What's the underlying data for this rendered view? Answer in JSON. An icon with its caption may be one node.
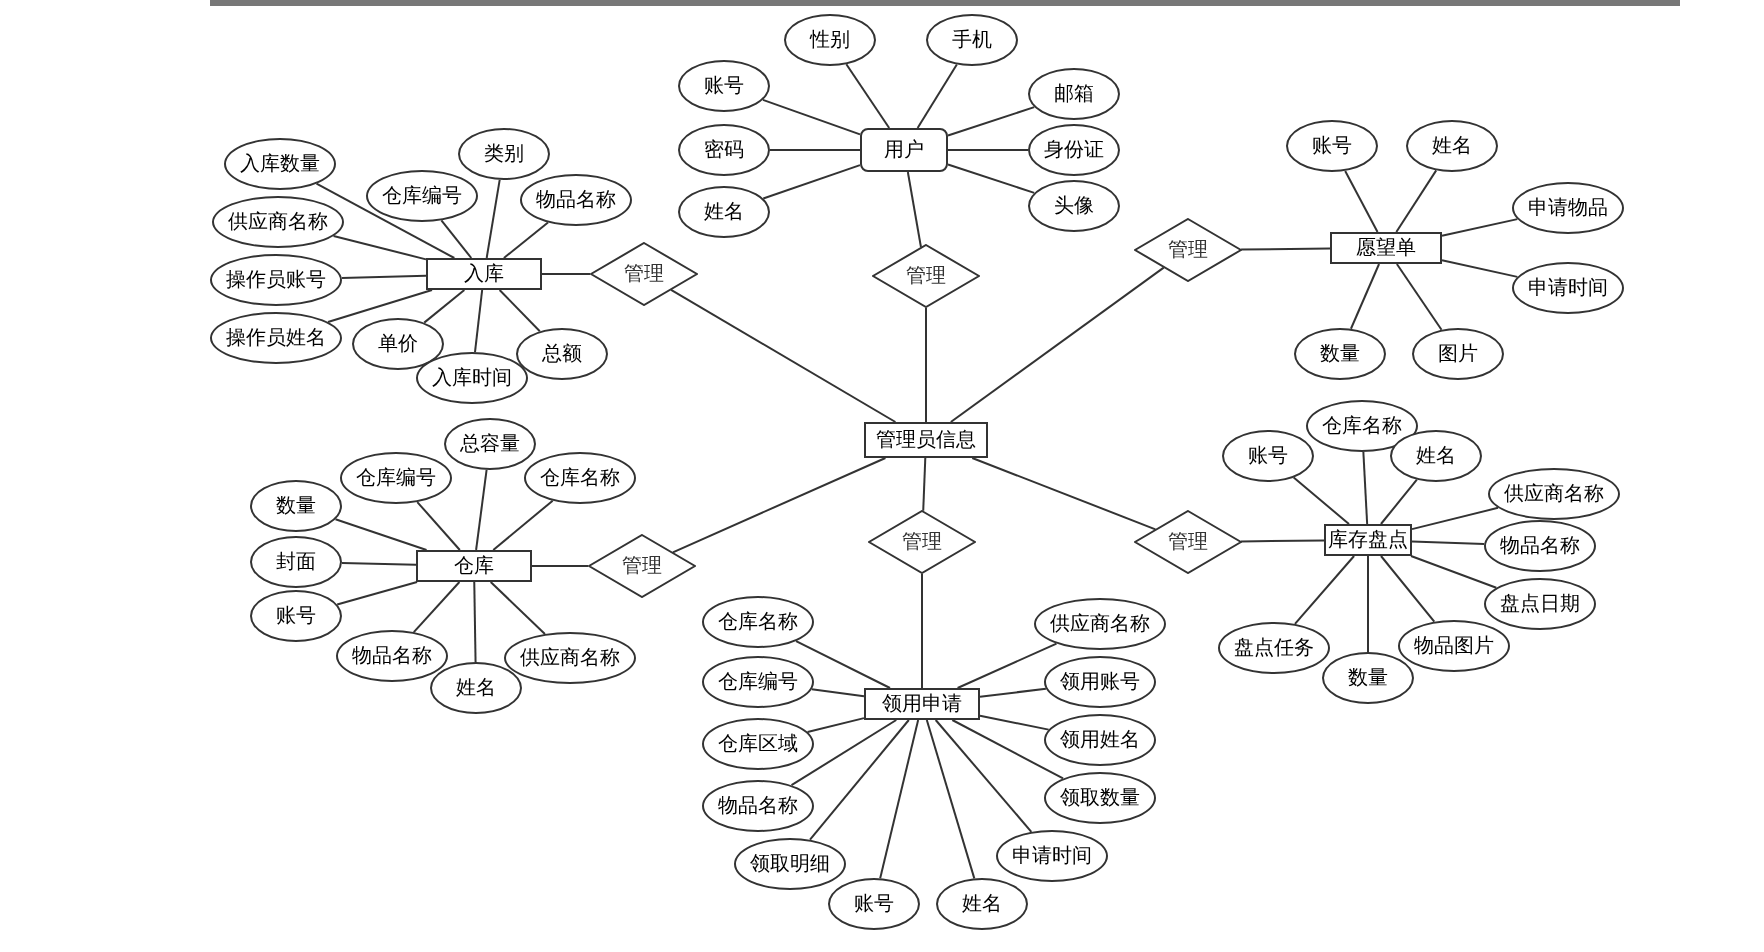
{
  "diagram": {
    "nodes": [
      {
        "text": [
          "管理员信息"
        ]
      },
      {
        "text": [
          "用户"
        ]
      },
      {
        "text": [
          "管理"
        ]
      },
      {
        "text": [
          "性别"
        ]
      },
      {
        "text": [
          "手机"
        ]
      },
      {
        "text": [
          "账号"
        ]
      },
      {
        "text": [
          "邮箱"
        ]
      },
      {
        "text": [
          "密码"
        ]
      },
      {
        "text": [
          "身份证"
        ]
      },
      {
        "text": [
          "姓名"
        ]
      },
      {
        "text": [
          "头像"
        ]
      },
      {
        "text": [
          "入库"
        ]
      },
      {
        "text": [
          "管理"
        ]
      },
      {
        "text": [
          "入库数量"
        ]
      },
      {
        "text": [
          "仓库编号"
        ]
      },
      {
        "text": [
          "类别"
        ]
      },
      {
        "text": [
          "物品名称"
        ]
      },
      {
        "text": [
          "供应商名称"
        ]
      },
      {
        "text": [
          "操作员账号"
        ]
      },
      {
        "text": [
          "操作员姓名"
        ]
      },
      {
        "text": [
          "单价"
        ]
      },
      {
        "text": [
          "入库时间"
        ]
      },
      {
        "text": [
          "总额"
        ]
      },
      {
        "text": [
          "愿望单"
        ]
      },
      {
        "text": [
          "管理"
        ]
      },
      {
        "text": [
          "账号"
        ]
      },
      {
        "text": [
          "姓名"
        ]
      },
      {
        "text": [
          "申请物品"
        ]
      },
      {
        "text": [
          "申请时间"
        ]
      },
      {
        "text": [
          "数量"
        ]
      },
      {
        "text": [
          "图片"
        ]
      },
      {
        "text": [
          "仓库"
        ]
      },
      {
        "text": [
          "管理"
        ]
      },
      {
        "text": [
          "总容量"
        ]
      },
      {
        "text": [
          "仓库编号"
        ]
      },
      {
        "text": [
          "仓库名称"
        ]
      },
      {
        "text": [
          "数量"
        ]
      },
      {
        "text": [
          "封面"
        ]
      },
      {
        "text": [
          "账号"
        ]
      },
      {
        "text": [
          "物品名称"
        ]
      },
      {
        "text": [
          "姓名"
        ]
      },
      {
        "text": [
          "供应商名称"
        ]
      },
      {
        "text": [
          "库存盘点"
        ]
      },
      {
        "text": [
          "管理"
        ]
      },
      {
        "text": [
          "账号"
        ]
      },
      {
        "text": [
          "仓库名称"
        ]
      },
      {
        "text": [
          "姓名"
        ]
      },
      {
        "text": [
          "供应商名称"
        ]
      },
      {
        "text": [
          "物品名称"
        ]
      },
      {
        "text": [
          "盘点日期"
        ]
      },
      {
        "text": [
          "盘点任务"
        ]
      },
      {
        "text": [
          "数量"
        ]
      },
      {
        "text": [
          "物品图片"
        ]
      },
      {
        "text": [
          "领用申请"
        ]
      },
      {
        "text": [
          "管理"
        ]
      },
      {
        "text": [
          "仓库名称"
        ]
      },
      {
        "text": [
          "仓库编号"
        ]
      },
      {
        "text": [
          "仓库区域"
        ]
      },
      {
        "text": [
          "物品名称"
        ]
      },
      {
        "text": [
          "领取明细"
        ]
      },
      {
        "text": [
          "账号"
        ]
      },
      {
        "text": [
          "姓名"
        ]
      },
      {
        "text": [
          "申请时间"
        ]
      },
      {
        "text": [
          "供应商名称"
        ]
      },
      {
        "text": [
          "领用账号"
        ]
      },
      {
        "text": [
          "领用姓名"
        ]
      },
      {
        "text": [
          "领取数量"
        ]
      }
    ],
    "edges": [
      {
        "from": 0,
        "to": 2,
        "arrow": "none"
      },
      {
        "from": 2,
        "to": 1,
        "arrow": "none"
      },
      {
        "from": 1,
        "to": 3,
        "arrow": "none"
      },
      {
        "from": 1,
        "to": 4,
        "arrow": "none"
      },
      {
        "from": 1,
        "to": 5,
        "arrow": "none"
      },
      {
        "from": 1,
        "to": 6,
        "arrow": "none"
      },
      {
        "from": 1,
        "to": 7,
        "arrow": "none"
      },
      {
        "from": 1,
        "to": 8,
        "arrow": "none"
      },
      {
        "from": 1,
        "to": 9,
        "arrow": "none"
      },
      {
        "from": 1,
        "to": 10,
        "arrow": "none"
      },
      {
        "from": 0,
        "to": 12,
        "arrow": "none"
      },
      {
        "from": 12,
        "to": 11,
        "arrow": "none"
      },
      {
        "from": 11,
        "to": 13,
        "arrow": "none"
      },
      {
        "from": 11,
        "to": 14,
        "arrow": "none"
      },
      {
        "from": 11,
        "to": 15,
        "arrow": "none"
      },
      {
        "from": 11,
        "to": 16,
        "arrow": "none"
      },
      {
        "from": 11,
        "to": 17,
        "arrow": "none"
      },
      {
        "from": 11,
        "to": 18,
        "arrow": "none"
      },
      {
        "from": 11,
        "to": 19,
        "arrow": "none"
      },
      {
        "from": 11,
        "to": 20,
        "arrow": "none"
      },
      {
        "from": 11,
        "to": 21,
        "arrow": "none"
      },
      {
        "from": 11,
        "to": 22,
        "arrow": "none"
      },
      {
        "from": 0,
        "to": 24,
        "arrow": "none"
      },
      {
        "from": 24,
        "to": 23,
        "arrow": "none"
      },
      {
        "from": 23,
        "to": 25,
        "arrow": "none"
      },
      {
        "from": 23,
        "to": 26,
        "arrow": "none"
      },
      {
        "from": 23,
        "to": 27,
        "arrow": "none"
      },
      {
        "from": 23,
        "to": 28,
        "arrow": "none"
      },
      {
        "from": 23,
        "to": 29,
        "arrow": "none"
      },
      {
        "from": 23,
        "to": 30,
        "arrow": "none"
      },
      {
        "from": 0,
        "to": 32,
        "arrow": "none"
      },
      {
        "from": 32,
        "to": 31,
        "arrow": "none"
      },
      {
        "from": 31,
        "to": 33,
        "arrow": "none"
      },
      {
        "from": 31,
        "to": 34,
        "arrow": "none"
      },
      {
        "from": 31,
        "to": 35,
        "arrow": "none"
      },
      {
        "from": 31,
        "to": 36,
        "arrow": "none"
      },
      {
        "from": 31,
        "to": 37,
        "arrow": "none"
      },
      {
        "from": 31,
        "to": 38,
        "arrow": "none"
      },
      {
        "from": 31,
        "to": 39,
        "arrow": "none"
      },
      {
        "from": 31,
        "to": 40,
        "arrow": "none"
      },
      {
        "from": 31,
        "to": 41,
        "arrow": "none"
      },
      {
        "from": 0,
        "to": 43,
        "arrow": "none"
      },
      {
        "from": 43,
        "to": 42,
        "arrow": "none"
      },
      {
        "from": 42,
        "to": 44,
        "arrow": "none"
      },
      {
        "from": 42,
        "to": 45,
        "arrow": "none"
      },
      {
        "from": 42,
        "to": 46,
        "arrow": "none"
      },
      {
        "from": 42,
        "to": 47,
        "arrow": "none"
      },
      {
        "from": 42,
        "to": 48,
        "arrow": "none"
      },
      {
        "from": 42,
        "to": 49,
        "arrow": "none"
      },
      {
        "from": 42,
        "to": 50,
        "arrow": "none"
      },
      {
        "from": 42,
        "to": 51,
        "arrow": "none"
      },
      {
        "from": 42,
        "to": 52,
        "arrow": "none"
      },
      {
        "from": 0,
        "to": 54,
        "arrow": "none"
      },
      {
        "from": 54,
        "to": 53,
        "arrow": "none"
      },
      {
        "from": 53,
        "to": 55,
        "arrow": "none"
      },
      {
        "from": 53,
        "to": 56,
        "arrow": "none"
      },
      {
        "from": 53,
        "to": 57,
        "arrow": "none"
      },
      {
        "from": 53,
        "to": 58,
        "arrow": "none"
      },
      {
        "from": 53,
        "to": 59,
        "arrow": "none"
      },
      {
        "from": 53,
        "to": 60,
        "arrow": "none"
      },
      {
        "from": 53,
        "to": 61,
        "arrow": "none"
      },
      {
        "from": 53,
        "to": 62,
        "arrow": "none"
      },
      {
        "from": 53,
        "to": 63,
        "arrow": "none"
      },
      {
        "from": 53,
        "to": 64,
        "arrow": "none"
      },
      {
        "from": 53,
        "to": 65,
        "arrow": "none"
      },
      {
        "from": 53,
        "to": 66,
        "arrow": "none"
      }
    ]
  }
}
